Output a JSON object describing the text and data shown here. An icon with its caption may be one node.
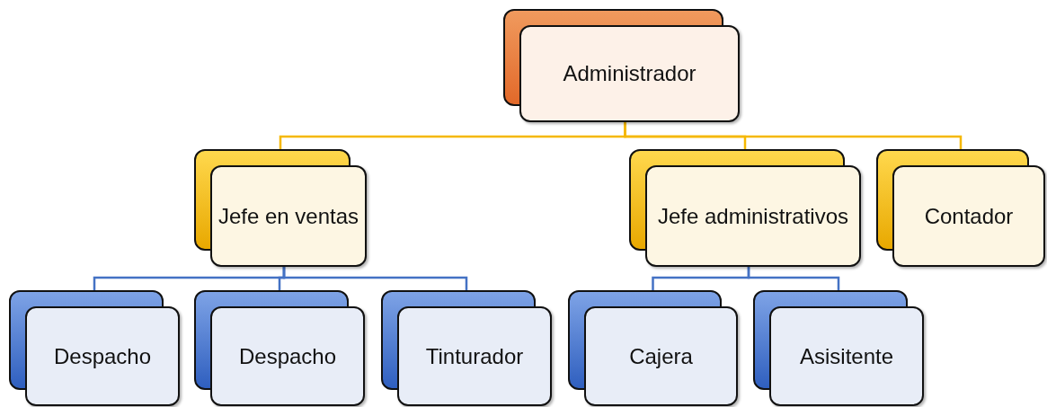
{
  "diagram": {
    "nodes": [
      {
        "text": [
          "Administrador"
        ]
      },
      {
        "text": [
          "Jefe en ventas"
        ]
      },
      {
        "text": [
          "Jefe administrativos"
        ]
      },
      {
        "text": [
          "Contador"
        ]
      },
      {
        "text": [
          "Despacho"
        ]
      },
      {
        "text": [
          "Despacho"
        ]
      },
      {
        "text": [
          "Tinturador"
        ]
      },
      {
        "text": [
          "Cajera"
        ]
      },
      {
        "text": [
          "Asisitente"
        ]
      }
    ],
    "edges": [
      {
        "from": 0,
        "to": 1,
        "arrow": "none",
        "color": "#f5b800"
      },
      {
        "from": 0,
        "to": 2,
        "arrow": "none",
        "color": "#f5b800"
      },
      {
        "from": 0,
        "to": 3,
        "arrow": "none",
        "color": "#f5b800"
      },
      {
        "from": 1,
        "to": 4,
        "arrow": "none"
      },
      {
        "from": 1,
        "to": 5,
        "arrow": "none"
      },
      {
        "from": 1,
        "to": 6,
        "arrow": "none"
      },
      {
        "from": 2,
        "to": 7,
        "arrow": "none"
      },
      {
        "from": 2,
        "to": 8,
        "arrow": "none"
      }
    ]
  }
}
